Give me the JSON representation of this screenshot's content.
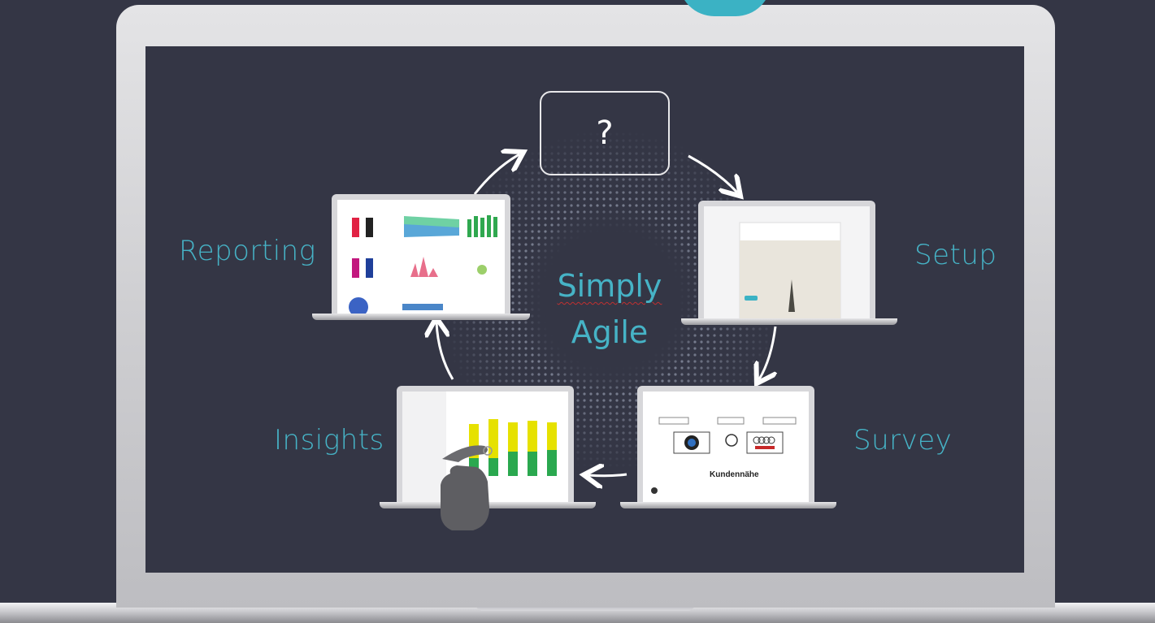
{
  "diagram": {
    "center": {
      "line1": "Simply",
      "line2": "Agile"
    },
    "top_box": {
      "symbol": "?"
    },
    "stages": {
      "reporting": "Reporting",
      "setup": "Setup",
      "survey": "Survey",
      "insights": "Insights"
    },
    "survey_screen": {
      "word": "Kundennähe",
      "brands": [
        "bmw-logo",
        "mercedes-logo",
        "audi-logo"
      ]
    }
  },
  "colors": {
    "background": "#343645",
    "accent": "#46b3c6",
    "arrow": "#ffffff",
    "bezel": "#d4d4d7"
  }
}
